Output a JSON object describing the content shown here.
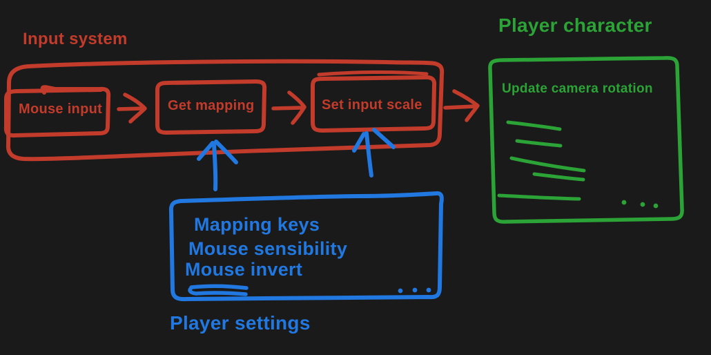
{
  "colors": {
    "background": "#1b1a1a",
    "red": "#c23b2b",
    "green": "#2ba336",
    "blue": "#2078e0"
  },
  "input_system": {
    "title": "Input system",
    "nodes": [
      {
        "label": "Mouse input"
      },
      {
        "label": "Get mapping"
      },
      {
        "label": "Set input scale"
      }
    ]
  },
  "player_character": {
    "title": "Player character",
    "node_label": "Update camera rotation"
  },
  "player_settings": {
    "title": "Player settings",
    "items": [
      {
        "label": "Mapping keys"
      },
      {
        "label": "Mouse sensibility"
      },
      {
        "label": "Mouse invert"
      }
    ]
  }
}
